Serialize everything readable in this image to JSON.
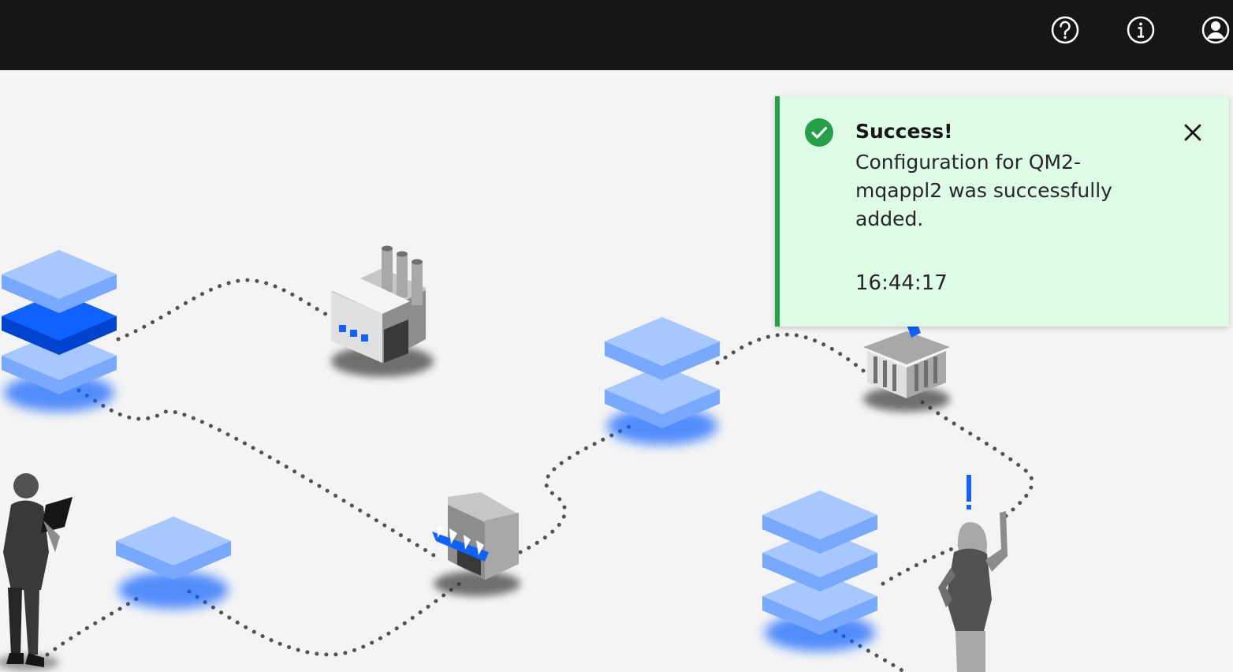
{
  "header": {
    "icons": [
      "help-icon",
      "info-icon",
      "user-avatar-icon"
    ],
    "background": "#161616",
    "icon_color": "#ffffff"
  },
  "notification": {
    "kind": "success",
    "title": "Success!",
    "message": "Configuration for QM2-mqappl2 was successfully added.",
    "timestamp": "16:44:17",
    "icon": "checkmark-filled-icon",
    "close_icon": "close-icon",
    "background": "#defbe6",
    "accent": "#24a148"
  },
  "illustration": {
    "elements": [
      "stack-icon",
      "factory-icon",
      "store-icon",
      "bank-icon",
      "person-with-tablet",
      "person-pointing",
      "exclamation-mark"
    ],
    "colors": {
      "blue_light": "#a6c8ff",
      "blue": "#4589ff",
      "blue_dark": "#0f62fe",
      "gray": "#8d8d8d",
      "dotted_line": "#525252"
    }
  }
}
